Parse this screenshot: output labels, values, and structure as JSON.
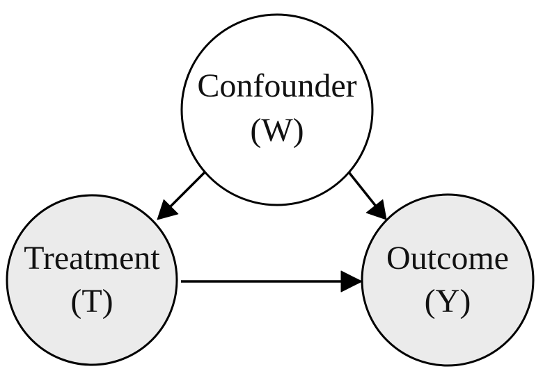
{
  "nodes": {
    "confounder": {
      "name": "Confounder",
      "symbol": "(W)",
      "fill": "#ffffff"
    },
    "treatment": {
      "name": "Treatment",
      "symbol": "(T)",
      "fill": "#ebebeb"
    },
    "outcome": {
      "name": "Outcome",
      "symbol": "(Y)",
      "fill": "#ebebeb"
    }
  },
  "edges": [
    {
      "from": "confounder",
      "to": "treatment"
    },
    {
      "from": "confounder",
      "to": "outcome"
    },
    {
      "from": "treatment",
      "to": "outcome"
    }
  ],
  "colors": {
    "stroke": "#000000",
    "text": "#111111",
    "background": "#ffffff"
  }
}
